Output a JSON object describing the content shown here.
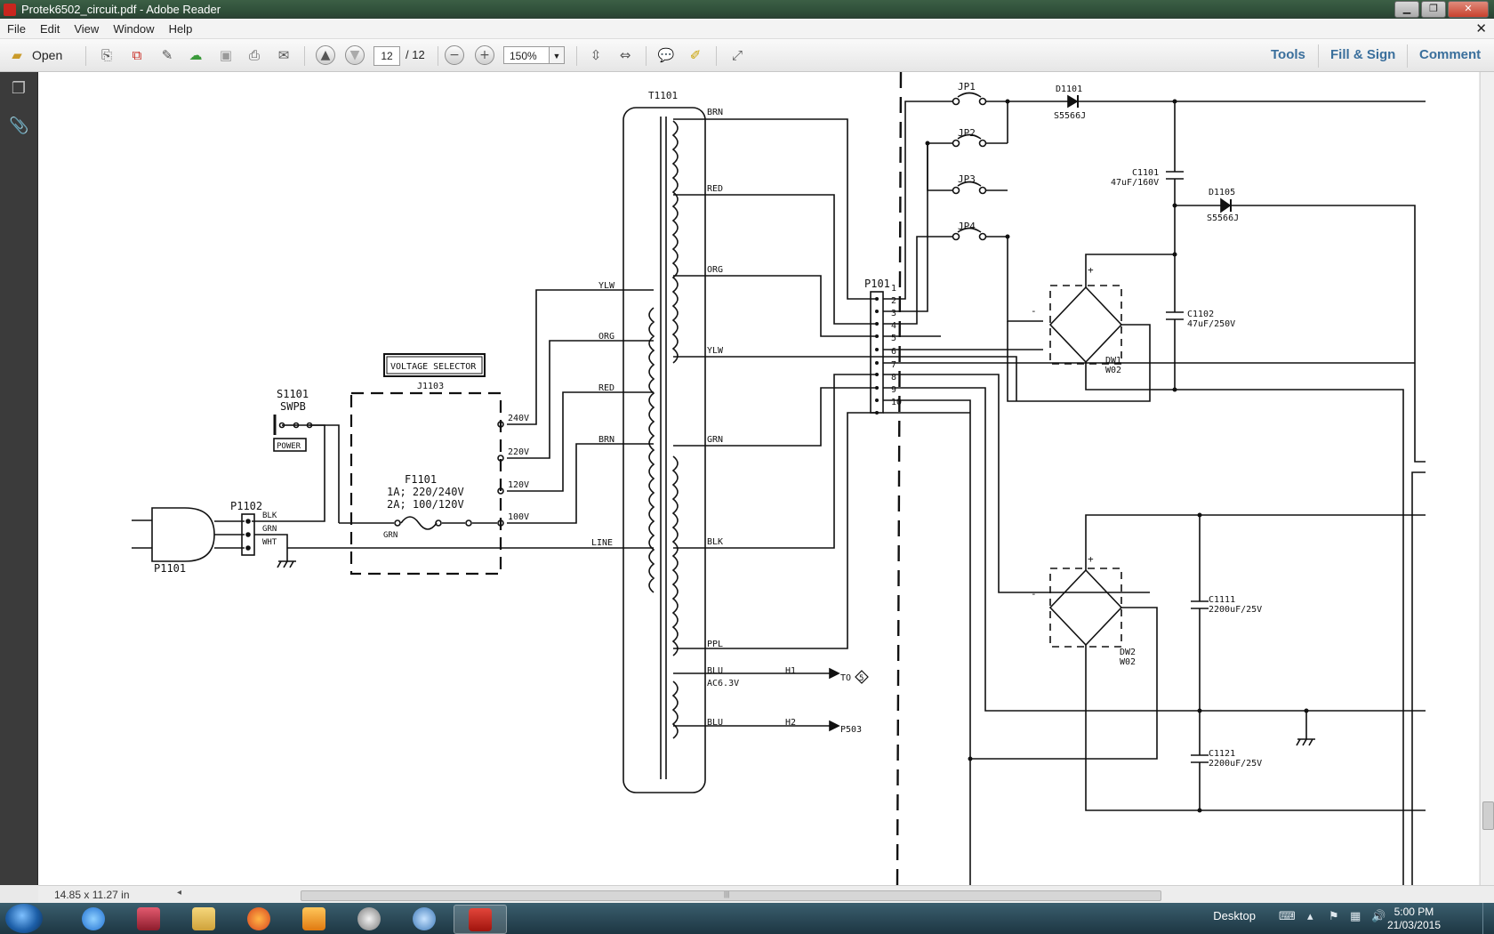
{
  "window": {
    "title": "Protek6502_circuit.pdf - Adobe Reader"
  },
  "menu": [
    "File",
    "Edit",
    "View",
    "Window",
    "Help"
  ],
  "toolbar": {
    "open_label": "Open",
    "page_current": "12",
    "page_total": "/ 12",
    "zoom": "150%",
    "tools_label": "Tools",
    "fill_sign_label": "Fill & Sign",
    "comment_label": "Comment"
  },
  "status": {
    "page_size": "14.85 x 11.27 in"
  },
  "taskbar": {
    "desktop_label": "Desktop",
    "time": "5:00 PM",
    "date": "21/03/2015"
  },
  "schematic": {
    "transformer": "T1101",
    "primary_taps": [
      "YLW",
      "ORG",
      "RED",
      "BRN",
      "LINE"
    ],
    "voltage_selector_title": "VOLTAGE SELECTOR",
    "selector_ref": "J1103",
    "selector_taps": [
      "240V",
      "220V",
      "120V",
      "100V"
    ],
    "fuse_ref": "F1101",
    "fuse_line1": "1A; 220/240V",
    "fuse_line2": "2A; 100/120V",
    "grn_label": "GRN",
    "switch_ref": "S1101",
    "switch_type": "SWPB",
    "power_label": "POWER",
    "plug_ref": "P1101",
    "connector_ref": "P1102",
    "connector_pins": [
      "BLK",
      "GRN",
      "WHT"
    ],
    "secondary_taps": [
      "BRN",
      "RED",
      "ORG",
      "YLW",
      "GRN",
      "BLK",
      "PPL",
      "BLU",
      "BLU"
    ],
    "ac_label": "AC6.3V",
    "h1": "H1",
    "h2": "H2",
    "to_label": "TO",
    "to_num": "5",
    "p503": "P503",
    "header_ref": "P101",
    "header_pins": [
      "1",
      "2",
      "3",
      "4",
      "5",
      "6",
      "7",
      "8",
      "9",
      "10"
    ],
    "jumpers": [
      "JP1",
      "JP2",
      "JP3",
      "JP4"
    ],
    "d1101": "D1101",
    "d1101_part": "S5566J",
    "d1105": "D1105",
    "d1105_part": "S5566J",
    "c1101": "C1101",
    "c1101_val": "47uF/160V",
    "c1102": "C1102",
    "c1102_val": "47uF/250V",
    "dw1": "DW1",
    "dw1_part": "W02",
    "dw2": "DW2",
    "dw2_part": "W02",
    "c1111": "C1111",
    "c1111_val": "2200uF/25V",
    "c1121": "C1121",
    "c1121_val": "2200uF/25V",
    "plus": "+",
    "minus": "-"
  }
}
